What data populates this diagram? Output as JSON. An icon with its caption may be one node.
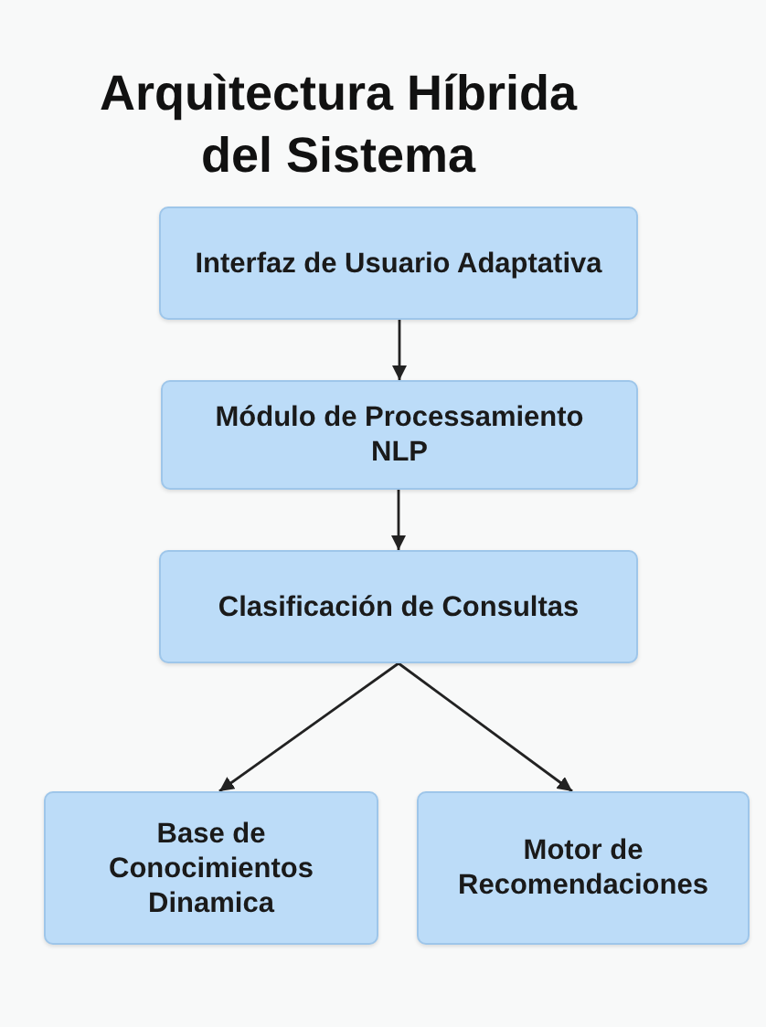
{
  "diagram": {
    "title": "Arquìtectura Híbrida del Sistema",
    "nodes": [
      {
        "text": [
          "Interfaz de Usuario Adaptativa"
        ]
      },
      {
        "text": [
          "Módulo de Processamiento NLP"
        ]
      },
      {
        "text": [
          "Clasificación de Consultas"
        ]
      },
      {
        "text": [
          "Base de Conocimientos Dinamica"
        ]
      },
      {
        "text": [
          "Motor de Recomendaciones"
        ]
      }
    ],
    "edges": [
      {
        "from": 0,
        "to": 1,
        "arrow": "to"
      },
      {
        "from": 1,
        "to": 2,
        "arrow": "to"
      },
      {
        "from": 2,
        "to": 3,
        "arrow": "to"
      },
      {
        "from": 2,
        "to": 4,
        "arrow": "to"
      }
    ]
  }
}
